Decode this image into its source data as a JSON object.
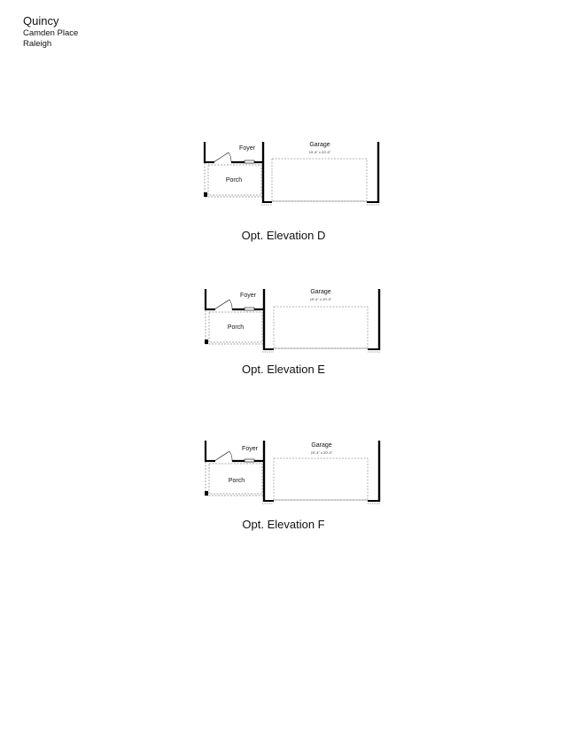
{
  "header": {
    "title": "Quincy",
    "community": "Camden Place",
    "city": "Raleigh"
  },
  "plans": [
    {
      "caption": "Opt. Elevation D",
      "foyer_label": "Foyer",
      "porch_label": "Porch",
      "garage_label": "Garage",
      "garage_dims": "19'-4\" x 20'-0\""
    },
    {
      "caption": "Opt. Elevation E",
      "foyer_label": "Foyer",
      "porch_label": "Porch",
      "garage_label": "Garage",
      "garage_dims": "19'-4\" x 20'-0\""
    },
    {
      "caption": "Opt. Elevation F",
      "foyer_label": "Foyer",
      "porch_label": "Porch",
      "garage_label": "Garage",
      "garage_dims": "19'-4\" x 20'-0\""
    }
  ]
}
